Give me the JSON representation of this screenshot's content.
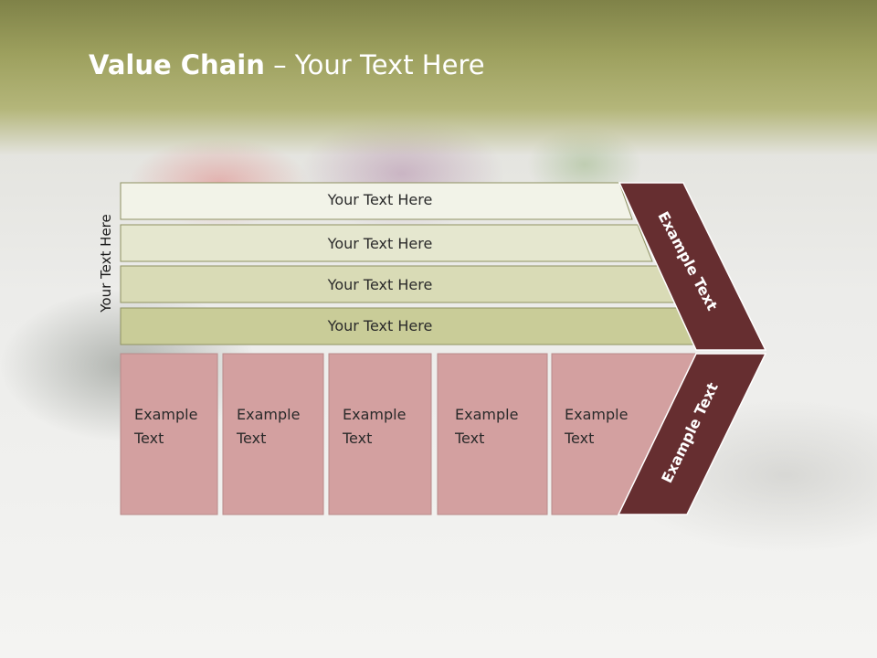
{
  "title": {
    "bold": "Value Chain",
    "rest": " – Your Text Here"
  },
  "side_label": "Your Text Here",
  "rows": [
    "Your Text Here",
    "Your Text Here",
    "Your Text Here",
    "Your Text Here"
  ],
  "boxes": [
    {
      "line1": "Example",
      "line2": "Text"
    },
    {
      "line1": "Example",
      "line2": "Text"
    },
    {
      "line1": "Example",
      "line2": "Text"
    },
    {
      "line1": "Example",
      "line2": "Text"
    },
    {
      "line1": "Example",
      "line2": "Text"
    }
  ],
  "chevron": {
    "upper": "Example Text",
    "lower": "Example Text"
  },
  "colors": {
    "row_fills": [
      "#f2f3e8",
      "#e5e7cf",
      "#d9dbb6",
      "#c9cc98"
    ],
    "row_stroke": "#8f9262",
    "box_fill": "#d3a0a0",
    "box_stroke": "#b88a8a",
    "chevron_fill": "#662e30",
    "text_dark": "#2a2a2a",
    "text_light": "#ffffff"
  }
}
